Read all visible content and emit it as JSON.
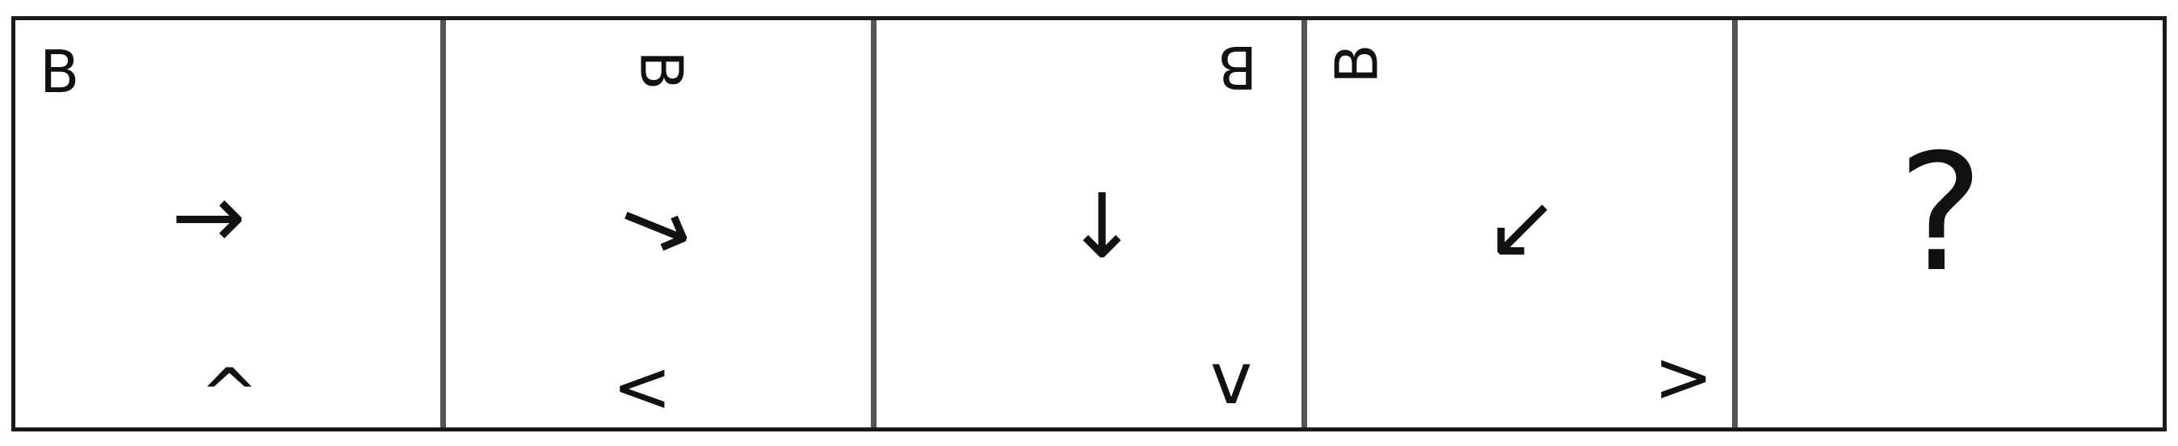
{
  "puzzle": {
    "panels": [
      {
        "letter": "B",
        "arrow": "→",
        "caret": "^"
      },
      {
        "letter": "B",
        "arrow": "→",
        "caret": "<"
      },
      {
        "letter": "B",
        "arrow": "↓",
        "caret": "v"
      },
      {
        "letter": "B",
        "arrow": "↙",
        "caret": ">"
      }
    ],
    "answer_placeholder": "?"
  }
}
